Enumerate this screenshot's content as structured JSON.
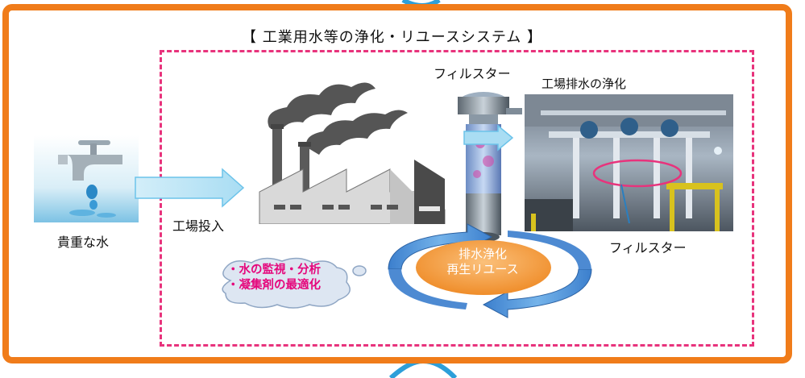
{
  "title": "【 工業用水等の浄化・リユースシステム 】",
  "labels": {
    "water": "貴重な水",
    "factory_input": "工場投入",
    "filter_top": "フィルスター",
    "wastewater": "工場排水の浄化",
    "filter_bottom": "フィルスター"
  },
  "bubble": {
    "line1": "・水の監視・分析",
    "line2": "・凝集剤の最適化"
  },
  "cycle": {
    "line1": "排水浄化",
    "line2": "再生リユース"
  },
  "colors": {
    "frame": "#f07c1a",
    "dashed_border": "#e8337c",
    "bubble_text": "#e5077c",
    "cycle_arrow": "#4a8fd6",
    "cycle_center": "#f5a04c",
    "flow_arrow": "#a9ddf3"
  }
}
